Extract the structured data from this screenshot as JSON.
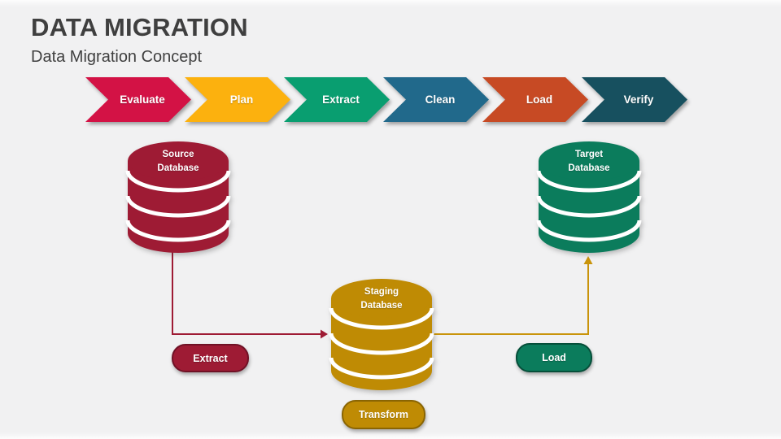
{
  "slide": {
    "title": "DATA MIGRATION",
    "subtitle": "Data Migration Concept",
    "background": "#F1F1F2",
    "title_color": "#3F3F3F"
  },
  "process_steps": [
    {
      "label": "Evaluate",
      "color": "#D31245"
    },
    {
      "label": "Plan",
      "color": "#FCB10E"
    },
    {
      "label": "Extract",
      "color": "#099E70"
    },
    {
      "label": "Clean",
      "color": "#21698B"
    },
    {
      "label": "Load",
      "color": "#C74A24"
    },
    {
      "label": "Verify",
      "color": "#17505F"
    }
  ],
  "databases": [
    {
      "name": "Source Database",
      "color": "#9E1B34"
    },
    {
      "name": "Staging Database",
      "color": "#BF8B04"
    },
    {
      "name": "Target Database",
      "color": "#0B7C5C"
    }
  ],
  "connectors": [
    {
      "name": "source-to-staging",
      "color": "#9E1B34"
    },
    {
      "name": "staging-to-target",
      "color": "#C9940B"
    }
  ],
  "flow_labels": [
    {
      "label": "Extract",
      "fill": "#9E1B34",
      "border": "#701226"
    },
    {
      "label": "Load",
      "fill": "#0B7C5C",
      "border": "#064F3A"
    },
    {
      "label": "Transform",
      "fill": "#BF8B04",
      "border": "#8A6503"
    }
  ]
}
